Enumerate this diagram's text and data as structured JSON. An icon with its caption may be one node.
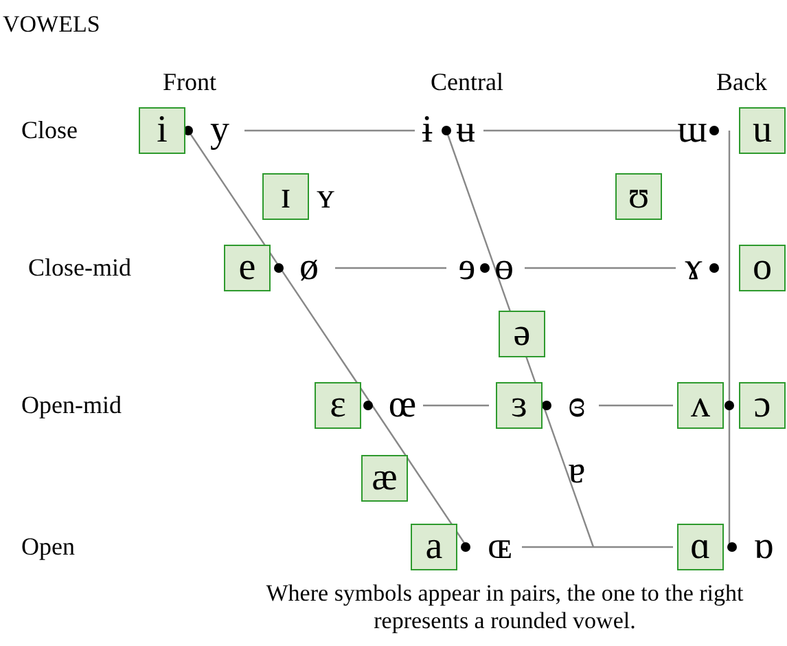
{
  "diagram": {
    "title": "VOWELS",
    "caption": "Where symbols appear in pairs, the one to the right represents a rounded vowel.",
    "nodes": [
      {
        "text": [
          "i"
        ]
      },
      {
        "text": [
          "u"
        ]
      },
      {
        "text": [
          "ɪ"
        ]
      },
      {
        "text": [
          "ʊ"
        ]
      },
      {
        "text": [
          "e"
        ]
      },
      {
        "text": [
          "o"
        ]
      },
      {
        "text": [
          "ə"
        ]
      },
      {
        "text": [
          "ɛ"
        ]
      },
      {
        "text": [
          "ɜ"
        ]
      },
      {
        "text": [
          "ʌ"
        ]
      },
      {
        "text": [
          "ɔ"
        ]
      },
      {
        "text": [
          "æ"
        ]
      },
      {
        "text": [
          "a"
        ]
      },
      {
        "text": [
          "ɑ"
        ]
      }
    ],
    "labels": [
      "Front",
      "Central",
      "Back",
      "Close",
      "y",
      "ɨ",
      "ʉ",
      "ɯ",
      "ʏ",
      "Close-mid",
      "ø",
      "ɘ",
      "ɵ",
      "ɤ",
      "Open-mid",
      "œ",
      "ɞ",
      "ɐ",
      "Open",
      "ɶ",
      "ɒ"
    ]
  }
}
